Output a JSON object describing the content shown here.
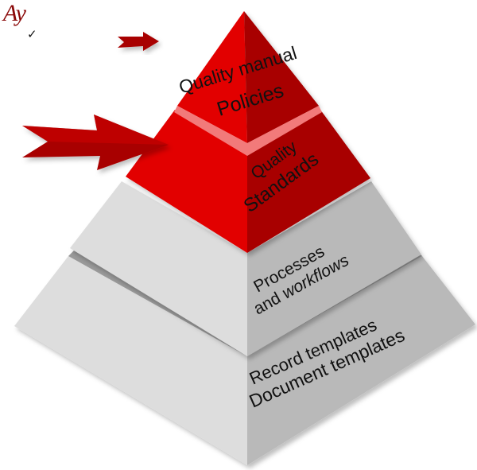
{
  "logo": {
    "text": "Ay",
    "mark": "✓",
    "color": "#8b0a0a"
  },
  "tiers": [
    {
      "line1": "Quality manual",
      "line2": "Policies",
      "color": "#e00000"
    },
    {
      "line1": "Quality",
      "line2": "Standards",
      "color": "#e00000"
    },
    {
      "line1": "Processes",
      "line2_a": "and ",
      "line2_b": "workflows",
      "color": "#dcdcdc"
    },
    {
      "line1": "Record templates",
      "line2": "Document templates",
      "color": "#dcdcdc"
    }
  ],
  "arrows": [
    {
      "icon": "arrow-right-icon",
      "color": "#a00000"
    },
    {
      "icon": "arrow-right-icon",
      "color": "#a00000"
    }
  ]
}
